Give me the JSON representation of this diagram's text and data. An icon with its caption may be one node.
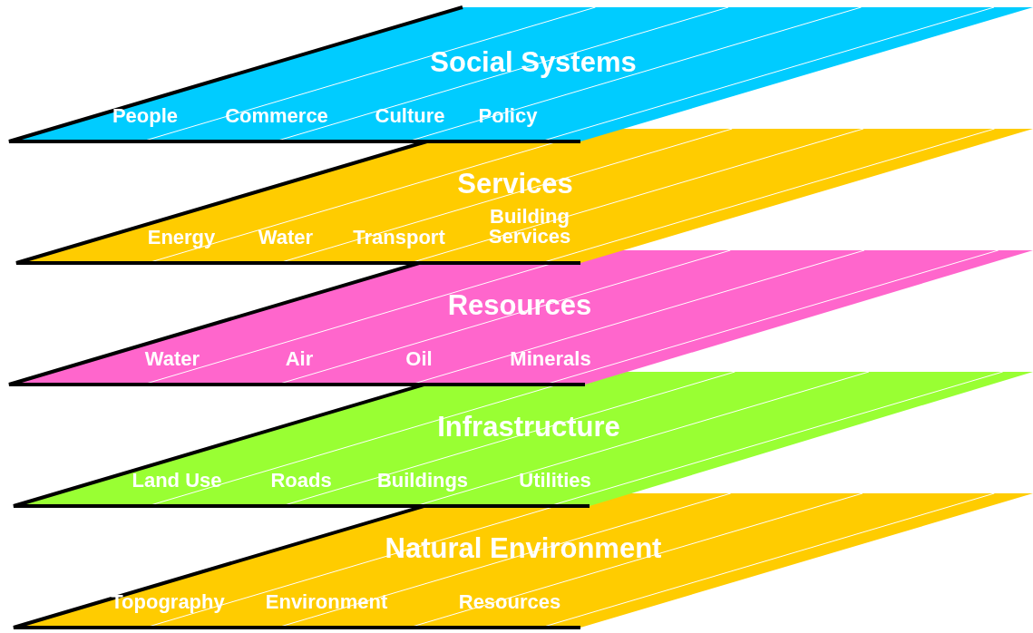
{
  "diagram": {
    "nodes": [
      {
        "text": [
          "Social Systems",
          "People",
          "Commerce",
          "Culture",
          "Policy"
        ]
      },
      {
        "text": [
          "Services",
          "Energy",
          "Water",
          "Transport",
          "Building Services"
        ]
      },
      {
        "text": [
          "Resources",
          "Water",
          "Air",
          "Oil",
          "Minerals"
        ]
      },
      {
        "text": [
          "Infrastructure",
          "Land Use",
          "Roads",
          "Buildings",
          "Utilities"
        ]
      },
      {
        "text": [
          "Natural Environment",
          "Topography",
          "Environment",
          "Resources"
        ]
      }
    ]
  }
}
